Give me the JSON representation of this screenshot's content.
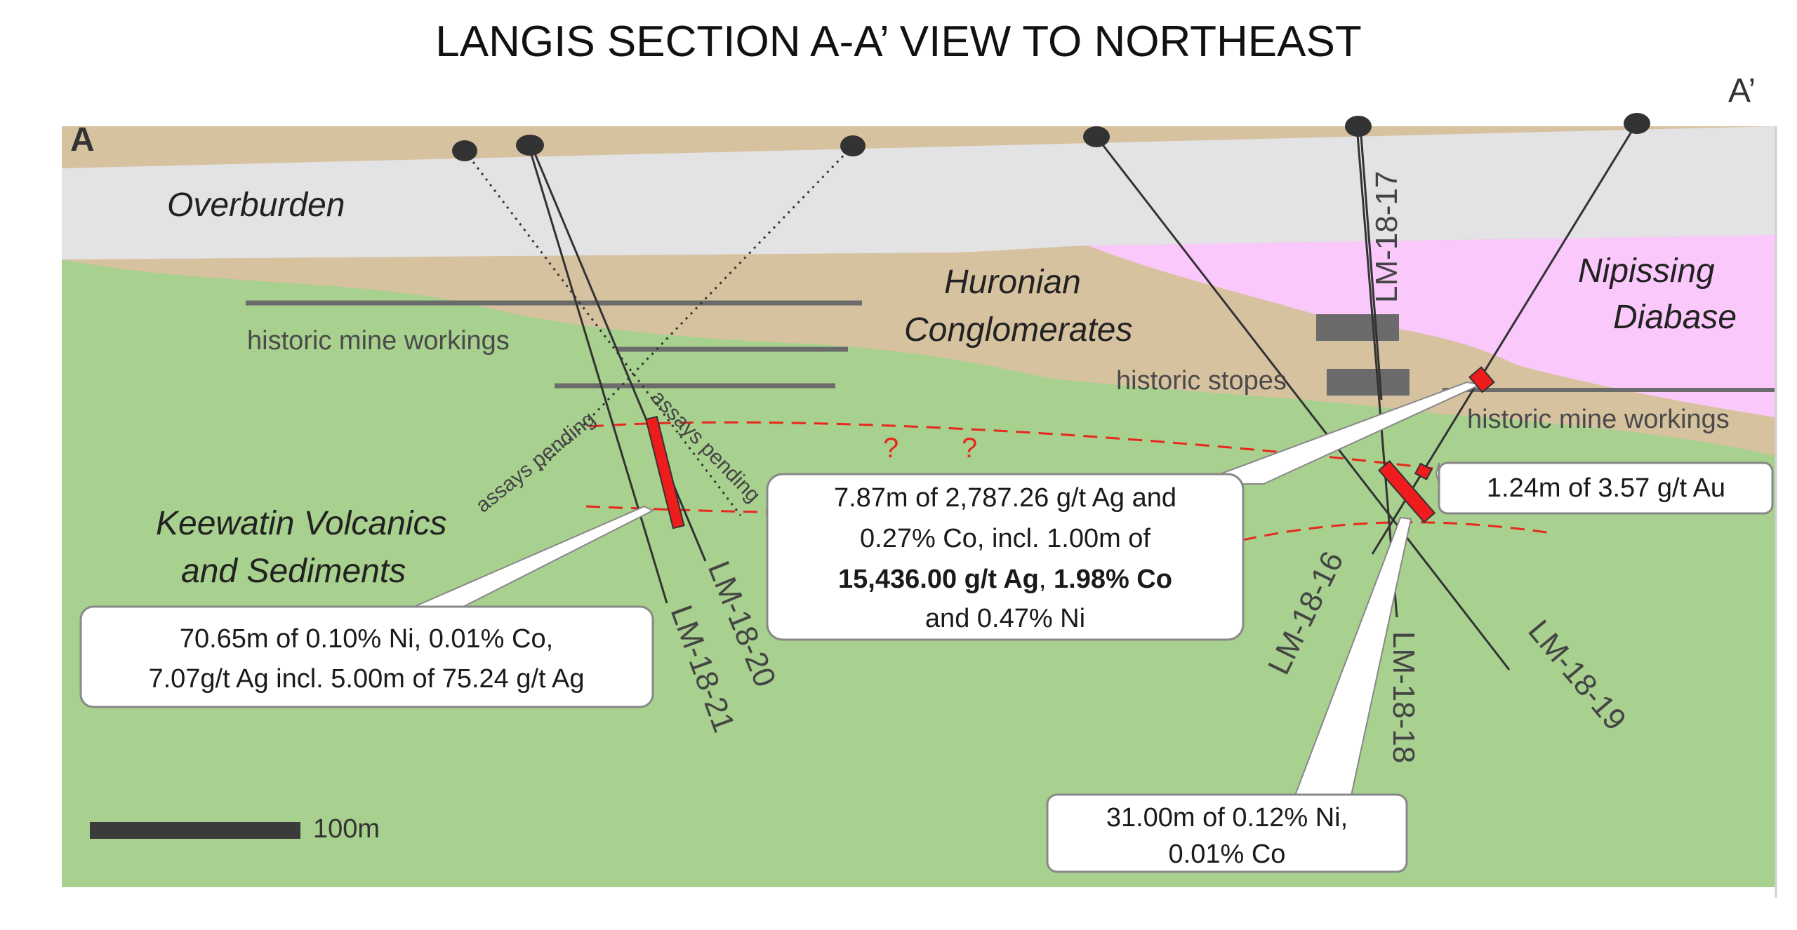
{
  "title": "LANGIS SECTION A-A’ VIEW TO NORTHEAST",
  "section_start": "A",
  "section_end": "A’",
  "units": {
    "overburden": "Overburden",
    "huronian_line1": "Huronian",
    "huronian_line2": "Conglomerates",
    "nipissing_line1": "Nipissing",
    "nipissing_line2": "Diabase",
    "keewatin_line1": "Keewatin Volcanics",
    "keewatin_line2": "and Sediments"
  },
  "features": {
    "workings_left": "historic mine workings",
    "workings_right": "historic mine workings",
    "stopes": "historic stopes",
    "pending_1": "assays pending",
    "pending_2": "assays pending",
    "question_1": "?",
    "question_2": "?"
  },
  "drill_holes": {
    "lm_18_17": "LM-18-17",
    "lm_18_16": "LM-18-16",
    "lm_18_18": "LM-18-18",
    "lm_18_19": "LM-18-19",
    "lm_18_20": "LM-18-20",
    "lm_18_21": "LM-18-21"
  },
  "callouts": {
    "left": {
      "line1": "70.65m of 0.10% Ni, 0.01% Co,",
      "line2": "7.07g/t Ag incl. 5.00m of 75.24 g/t Ag"
    },
    "center": {
      "line1": "7.87m of 2,787.26 g/t Ag and",
      "line2": "0.27% Co, incl. 1.00m of",
      "line3_bold_a": "15,436.00 g/t Ag",
      "line3_sep": ", ",
      "line3_bold_b": "1.98% Co",
      "line4": "and 0.47% Ni"
    },
    "right": {
      "line1": "1.24m of 3.57 g/t Au"
    },
    "bottom": {
      "line1": "31.00m of 0.12% Ni,",
      "line2": "0.01% Co"
    }
  },
  "scale_bar": {
    "label": "100m"
  },
  "colors": {
    "overburden": "#e3e3e5",
    "huronian": "#d7c2a0",
    "nipissing": "#fbc8fb",
    "keewatin": "#a8d08e",
    "intercept": "#ee1c1c",
    "fault": "#e8281c",
    "workings": "#6b6b6b"
  }
}
